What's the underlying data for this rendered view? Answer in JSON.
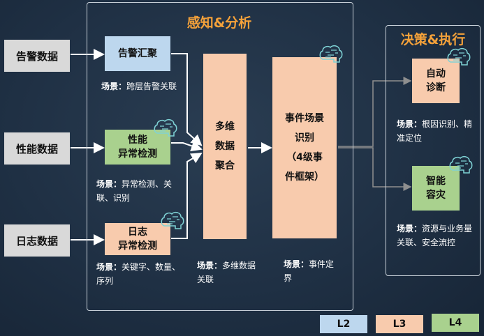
{
  "sources": [
    "告警数据",
    "性能数据",
    "日志数据"
  ],
  "analysis": {
    "title": "感知&分析",
    "alarm_converge": {
      "label": "告警汇聚",
      "scene_key": "场景：",
      "scene_text": "跨层告警关联"
    },
    "perf_detect": {
      "line1": "性能",
      "line2": "异常检测",
      "scene_key": "场景：",
      "scene_text": "异常检测、关联、识别"
    },
    "log_detect": {
      "line1": "日志",
      "line2": "异常检测",
      "scene_key": "场景：",
      "scene_text": "关键字、数量、序列"
    },
    "multi_agg": {
      "lines": [
        "多维",
        "数据",
        "聚合"
      ],
      "scene_key": "场景：",
      "scene_text": "多维数据关联"
    },
    "event_recog": {
      "lines": [
        "事件场景",
        "识别",
        "（4级事",
        "件框架）"
      ],
      "scene_key": "场景：",
      "scene_text": "事件定界"
    }
  },
  "decision": {
    "title": "决策&执行",
    "auto_diag": {
      "line1": "自动",
      "line2": "诊断",
      "scene_key": "场景：",
      "scene_text": "根因识别、精准定位"
    },
    "smart_dr": {
      "line1": "智能",
      "line2": "容灾",
      "scene_key": "场景：",
      "scene_text": "资源与业务量关联、安全流控"
    }
  },
  "legend": [
    {
      "label": "L2",
      "color": "#bdd7ee"
    },
    {
      "label": "L3",
      "color": "#f8cbad"
    },
    {
      "label": "L4",
      "color": "#a9d18e"
    }
  ]
}
